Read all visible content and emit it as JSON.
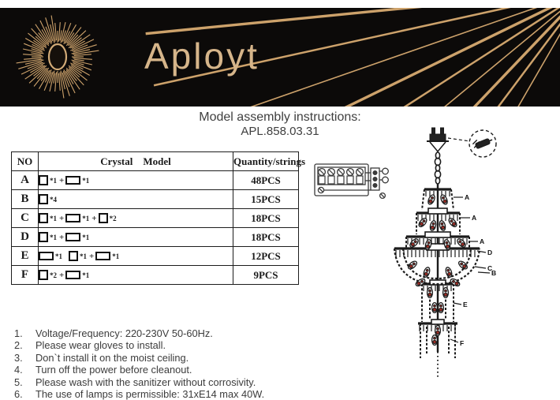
{
  "banner": {
    "brand": "Aployt"
  },
  "title": {
    "line1": "Model assembly instructions:",
    "line2": "APL.858.03.31"
  },
  "table": {
    "headers": {
      "no": "NO",
      "model": "Crystal    Model",
      "qty": "Quantity/strings"
    },
    "rows": [
      {
        "no": "A",
        "parts": [
          {
            "t": "sq",
            "q": "*1"
          },
          {
            "t": "plus"
          },
          {
            "t": "rc",
            "q": "*1"
          }
        ],
        "qty": "48PCS"
      },
      {
        "no": "B",
        "parts": [
          {
            "t": "sq",
            "q": "*4"
          }
        ],
        "qty": "15PCS"
      },
      {
        "no": "C",
        "parts": [
          {
            "t": "sq",
            "q": "*1"
          },
          {
            "t": "plus"
          },
          {
            "t": "rc",
            "q": "*1"
          },
          {
            "t": "plus"
          },
          {
            "t": "sq",
            "q": "*2"
          }
        ],
        "qty": "18PCS"
      },
      {
        "no": "D",
        "parts": [
          {
            "t": "sq",
            "q": "*1"
          },
          {
            "t": "plus"
          },
          {
            "t": "rc",
            "q": "*1"
          }
        ],
        "qty": "18PCS"
      },
      {
        "no": "E",
        "parts": [
          {
            "t": "rc",
            "q": "*1"
          },
          {
            "t": "gap"
          },
          {
            "t": "sq",
            "q": "*1"
          },
          {
            "t": "plus"
          },
          {
            "t": "rc",
            "q": "*1"
          }
        ],
        "qty": "12PCS"
      },
      {
        "no": "F",
        "parts": [
          {
            "t": "sq",
            "q": "*2"
          },
          {
            "t": "plus"
          },
          {
            "t": "rc",
            "q": "*1"
          }
        ],
        "qty": "9PCS"
      }
    ]
  },
  "diagram": {
    "labels": {
      "a1": "A",
      "a2": "A",
      "a3": "A",
      "d": "D",
      "c": "C",
      "b": "B",
      "e": "E",
      "f": "F"
    }
  },
  "instructions": [
    {
      "num": "1.",
      "text": "Voltage/Frequency: 220-230V 50-60Hz."
    },
    {
      "num": "2.",
      "text": "Please wear gloves to install."
    },
    {
      "num": "3.",
      "text": "Don`t install it on the moist ceiling."
    },
    {
      "num": "4.",
      "text": "Turn off the power before cleanout."
    },
    {
      "num": "5.",
      "text": "Please wash with the sanitizer without corrosivity."
    },
    {
      "num": "6.",
      "text": "The use of lamps is permissible: 31xE14 max 40W."
    }
  ],
  "colors": {
    "banner_black": "#0c0a09",
    "brand_gold": "#d6b58a",
    "ray_gold": "#cda26b",
    "accent_red": "#9b2c24",
    "ink": "#1b1b1b",
    "title_gray": "#3f3f3f"
  }
}
